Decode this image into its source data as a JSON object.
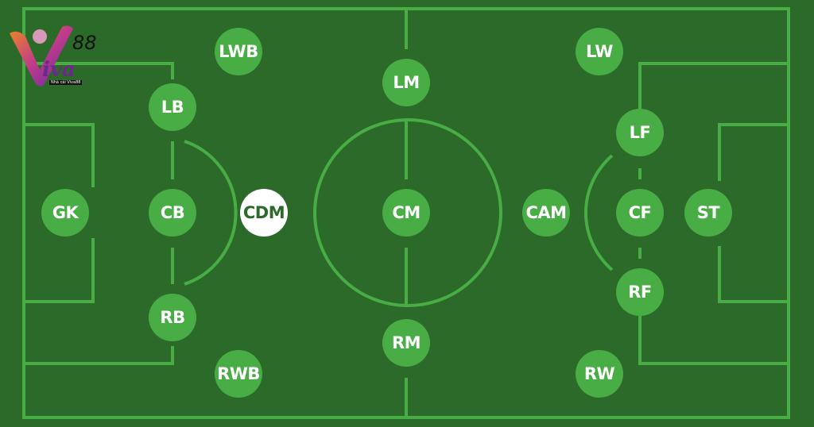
{
  "colors": {
    "pitch": "#2c6a2a",
    "lines": "#48ad44",
    "token": "#48ad44",
    "token_text": "#ffffff",
    "highlight_token": "#ffffff",
    "highlight_text": "#2c6a2a"
  },
  "logo": {
    "number": "88",
    "word": "iva",
    "tagline": "Nhà cái Viva88"
  },
  "positions": [
    {
      "id": "gk",
      "label": "GK"
    },
    {
      "id": "lb",
      "label": "LB"
    },
    {
      "id": "cb",
      "label": "CB"
    },
    {
      "id": "rb",
      "label": "RB"
    },
    {
      "id": "lwb",
      "label": "LWB"
    },
    {
      "id": "rwb",
      "label": "RWB"
    },
    {
      "id": "cdm",
      "label": "CDM",
      "highlighted": true
    },
    {
      "id": "lm",
      "label": "LM"
    },
    {
      "id": "cm",
      "label": "CM"
    },
    {
      "id": "rm",
      "label": "RM"
    },
    {
      "id": "cam",
      "label": "CAM"
    },
    {
      "id": "lw",
      "label": "LW"
    },
    {
      "id": "rw",
      "label": "RW"
    },
    {
      "id": "lf",
      "label": "LF"
    },
    {
      "id": "cf",
      "label": "CF"
    },
    {
      "id": "rf",
      "label": "RF"
    },
    {
      "id": "st",
      "label": "ST"
    }
  ]
}
